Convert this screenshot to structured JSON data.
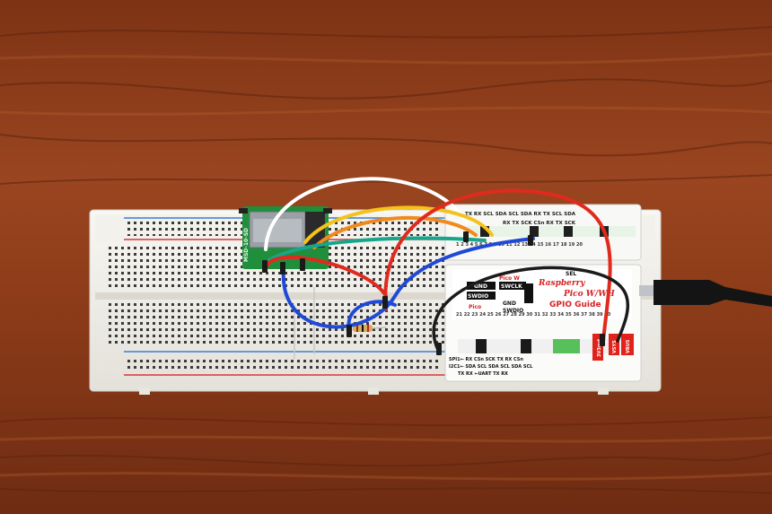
{
  "scene": {
    "colors": {
      "wood_base": "#8a3a18",
      "wood_dark": "#5e2410",
      "wood_light": "#b0582a",
      "breadboard": "#f1efe9",
      "rail_red": "#d9353b",
      "rail_blue": "#3b7fd1",
      "wire_white": "#ffffff",
      "wire_yellow": "#f4c21a",
      "wire_orange": "#f08a1c",
      "wire_red": "#e02a1e",
      "wire_teal": "#17a58c",
      "wire_blue": "#1f49d6",
      "wire_black": "#1b1b1b",
      "module_green": "#1f8f3c",
      "cable_black": "#141414"
    }
  },
  "guide": {
    "title_line1": "Raspberry",
    "title_line2": "Pico W/WH",
    "title_line3": "GPIO Guide",
    "label_pico_w": "Pico W",
    "label_pico": "Pico",
    "pins_left_top": "GND",
    "pins_left_bottom": "SWDIO",
    "pins_right_top": "SWCLK",
    "pins_right_bottom": "SWDIO",
    "pin_gnd2": "GND",
    "sel_label": "SEL",
    "top_row_a": "TX  RX    SCL SDA  SCL SDA    RX  TX  SCL SDA",
    "top_row_b": "RX  TX  SCK   CSn  RX  TX  SCK",
    "top_numbers": "1  2  3  4  5  6  7  8  9  10  11  12  13  14  15  16  17  18  19  20",
    "bottom_numbers": "21  22  23  24  25  26  27  28  29  30  31  32  33  34  35  36  37  38  39  40",
    "bottom_row_a": "SPI1←  RX  CSn      SCK  TX  RX  CSn",
    "bottom_row_b": "I2C1← SDA SCL   SDA SCL SDA SCL",
    "bottom_row_c": "TX  RX  ←UART        TX  RX",
    "power_3v3": "3V3out",
    "power_vsys": "VSYS",
    "power_vbus": "VBUS"
  },
  "sd_module": {
    "label": "MSD-10-SD"
  }
}
